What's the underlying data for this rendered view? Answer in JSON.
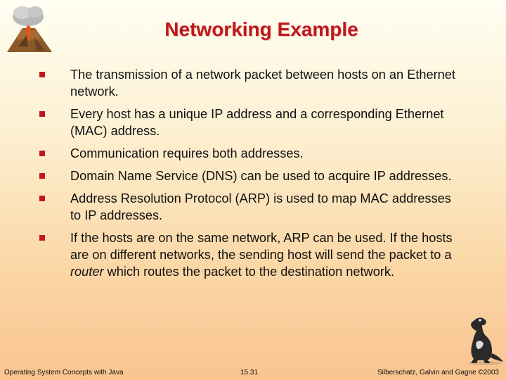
{
  "title": "Networking Example",
  "bullets": [
    {
      "text": "The transmission of a network packet between hosts on an Ethernet network."
    },
    {
      "text": "Every host has a unique IP address and a corresponding Ethernet (MAC) address."
    },
    {
      "text": "Communication requires both addresses."
    },
    {
      "text": "Domain Name Service (DNS) can be used to acquire IP addresses."
    },
    {
      "text": "Address Resolution Protocol (ARP) is used to map MAC addresses to IP addresses."
    },
    {
      "before": "If the hosts are on the same network, ARP can be used. If the hosts are on different networks, the sending host will send the packet to a ",
      "em": "router",
      "after": " which routes the packet to the destination network."
    }
  ],
  "footer": {
    "left": "Operating System Concepts with Java",
    "center": "15.31",
    "right": "Silberschatz, Galvin and Gagne ©2003"
  },
  "colors": {
    "accent": "#c0181e",
    "bullet": "#c0181e"
  },
  "icons": [
    "volcano-logo-icon",
    "dinosaur-icon"
  ]
}
